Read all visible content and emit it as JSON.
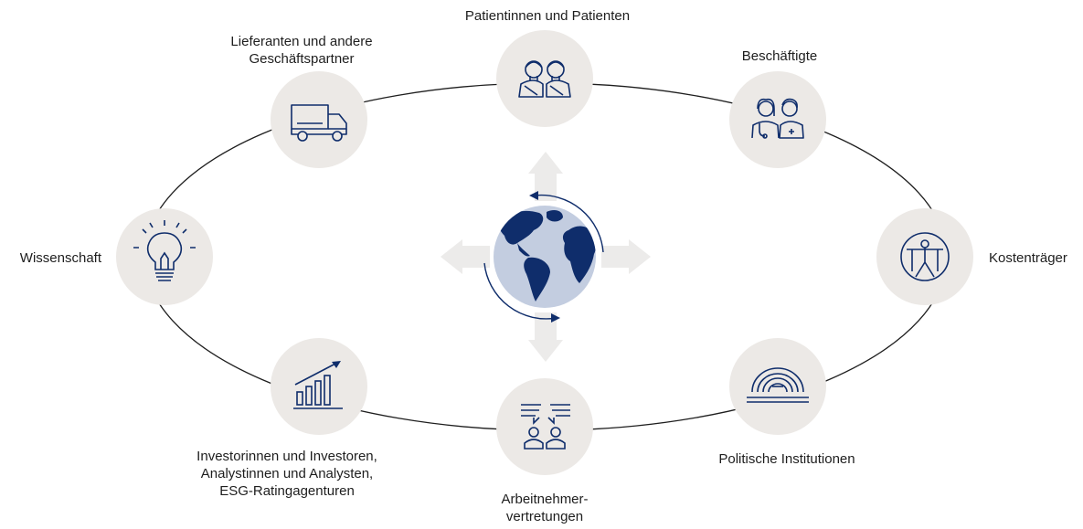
{
  "colors": {
    "navy": "#0f2d6b",
    "circle": "#ece9e6",
    "arrow_gray": "#ecebea",
    "globe_ocean": "#c3cde0",
    "line": "#1e1e1e",
    "text": "#1e1e1e"
  },
  "center": {
    "icon": "globe-icon",
    "rotation_arrows_icon": "rotation-arrows-icon",
    "direction_arrows_icon": "four-way-arrows-icon"
  },
  "stakeholders": [
    {
      "key": "patients",
      "label": "Patientinnen und Patienten",
      "icon": "patients-icon"
    },
    {
      "key": "employees",
      "label": "Beschäftigte",
      "icon": "medical-staff-icon"
    },
    {
      "key": "payers",
      "label": "Kostenträger",
      "icon": "vitruvian-man-icon"
    },
    {
      "key": "politics",
      "label": "Politische Institutionen",
      "icon": "parliament-icon"
    },
    {
      "key": "works_council",
      "label": "Arbeitnehmer-\nvertretungen",
      "icon": "dialogue-people-icon"
    },
    {
      "key": "investors",
      "label": "Investorinnen und Investoren,\nAnalystinnen und Analysten,\nESG-Ratingagenturen",
      "icon": "growth-chart-icon"
    },
    {
      "key": "science",
      "label": "Wissenschaft",
      "icon": "lightbulb-icon"
    },
    {
      "key": "suppliers",
      "label": "Lieferanten und andere\nGeschäftspartner",
      "icon": "truck-icon"
    }
  ]
}
